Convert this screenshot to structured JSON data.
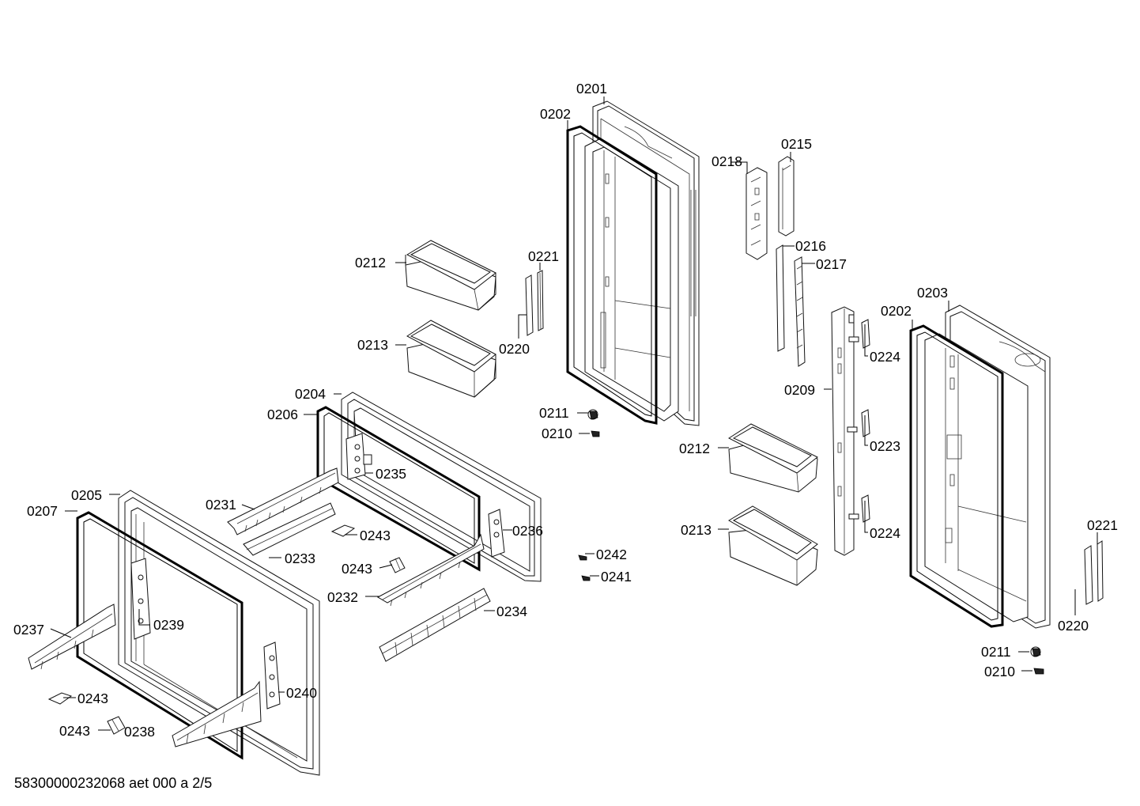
{
  "footer": {
    "doc_id": "58300000232068 aet 000 a 2/5"
  },
  "callouts": [
    {
      "id": "c0201",
      "text": "0201"
    },
    {
      "id": "c0202a",
      "text": "0202"
    },
    {
      "id": "c0218",
      "text": "0218"
    },
    {
      "id": "c0215",
      "text": "0215"
    },
    {
      "id": "c0216",
      "text": "0216"
    },
    {
      "id": "c0217",
      "text": "0217"
    },
    {
      "id": "c0212a",
      "text": "0212"
    },
    {
      "id": "c0221a",
      "text": "0221"
    },
    {
      "id": "c0213a",
      "text": "0213"
    },
    {
      "id": "c0220a",
      "text": "0220"
    },
    {
      "id": "c0204",
      "text": "0204"
    },
    {
      "id": "c0206",
      "text": "0206"
    },
    {
      "id": "c0211a",
      "text": "0211"
    },
    {
      "id": "c0210a",
      "text": "0210"
    },
    {
      "id": "c0203",
      "text": "0203"
    },
    {
      "id": "c0202b",
      "text": "0202"
    },
    {
      "id": "c0224a",
      "text": "0224"
    },
    {
      "id": "c0209",
      "text": "0209"
    },
    {
      "id": "c0223",
      "text": "0223"
    },
    {
      "id": "c0212b",
      "text": "0212"
    },
    {
      "id": "c0213b",
      "text": "0213"
    },
    {
      "id": "c0224b",
      "text": "0224"
    },
    {
      "id": "c0235",
      "text": "0235"
    },
    {
      "id": "c0205",
      "text": "0205"
    },
    {
      "id": "c0207",
      "text": "0207"
    },
    {
      "id": "c0231",
      "text": "0231"
    },
    {
      "id": "c0236",
      "text": "0236"
    },
    {
      "id": "c0243a",
      "text": "0243"
    },
    {
      "id": "c0233",
      "text": "0233"
    },
    {
      "id": "c0242",
      "text": "0242"
    },
    {
      "id": "c0243b",
      "text": "0243"
    },
    {
      "id": "c0241",
      "text": "0241"
    },
    {
      "id": "c0232",
      "text": "0232"
    },
    {
      "id": "c0234",
      "text": "0234"
    },
    {
      "id": "c0239",
      "text": "0239"
    },
    {
      "id": "c0237",
      "text": "0237"
    },
    {
      "id": "c0221b",
      "text": "0221"
    },
    {
      "id": "c0220b",
      "text": "0220"
    },
    {
      "id": "c0211b",
      "text": "0211"
    },
    {
      "id": "c0210b",
      "text": "0210"
    },
    {
      "id": "c0240",
      "text": "0240"
    },
    {
      "id": "c0243c",
      "text": "0243"
    },
    {
      "id": "c0243d",
      "text": "0243"
    },
    {
      "id": "c0238",
      "text": "0238"
    }
  ]
}
